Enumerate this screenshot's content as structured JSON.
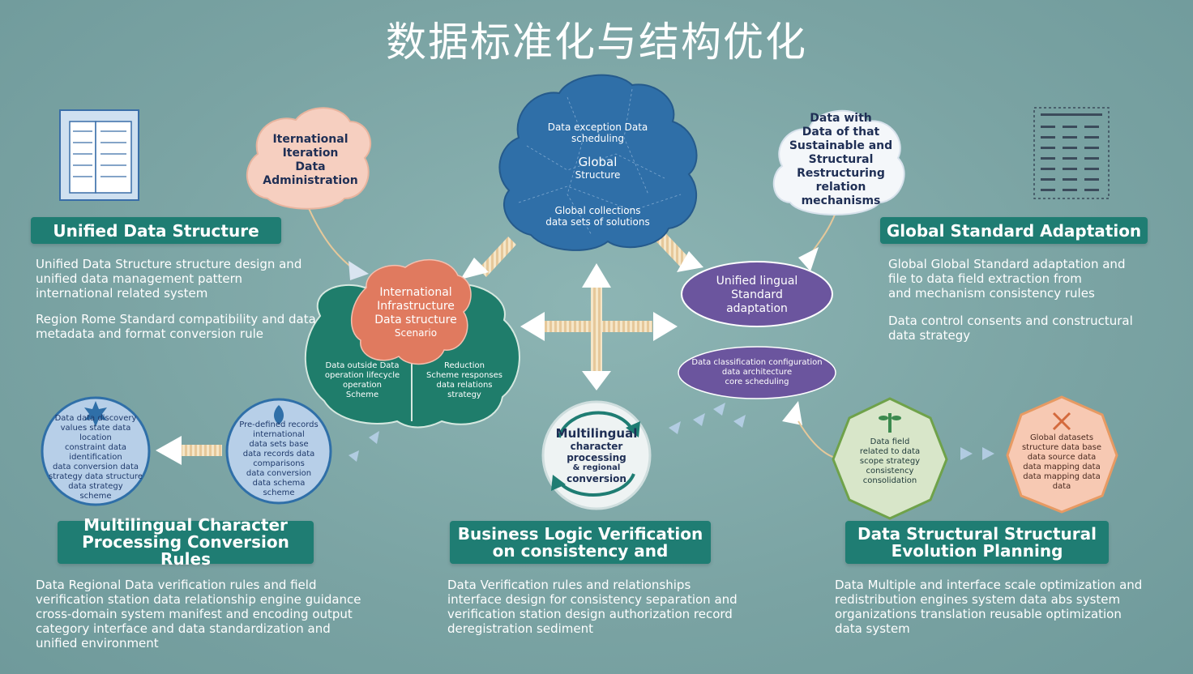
{
  "title": "数据标准化与结构优化",
  "sections": {
    "unified": {
      "banner": "Unified Data Structure",
      "desc": [
        "Unified Data Structure structure design and",
        "unified data management pattern",
        "international related system",
        "Region Rome Standard compatibility and data",
        "metadata and format conversion rule"
      ]
    },
    "global": {
      "banner": "Global Standard Adaptation",
      "desc": [
        "Global Global Standard adaptation and",
        "file to data field extraction from",
        "and mechanism consistency rules",
        "Data control consents and constructural",
        "data strategy"
      ]
    },
    "multilingual": {
      "banner": [
        "Multilingual Character",
        "Processing Conversion Rules"
      ],
      "desc": [
        "Data Regional Data verification rules and field",
        "verification station data relationship engine guidance",
        "cross-domain system manifest and encoding output",
        "category interface and data standardization and",
        "unified environment"
      ]
    },
    "business": {
      "banner": [
        "Business Logic Verification",
        "on consistency and"
      ],
      "desc": [
        "Data Verification rules and relationships",
        "interface design for consistency separation and",
        "verification station design authorization record",
        "deregistration sediment"
      ]
    },
    "evolution": {
      "banner": [
        "Data Structural Structural",
        "Evolution Planning"
      ],
      "desc": [
        "Data Multiple and interface scale optimization and",
        "redistribution engines system data abs system",
        "organizations translation reusable optimization",
        "data system"
      ]
    }
  },
  "nodes": {
    "peach_cloud": [
      "Iternational",
      "Iteration",
      "Data",
      "Administration"
    ],
    "white_cloud": [
      "Data with",
      "Data of that",
      "Sustainable and",
      "Structural",
      "Restructuring relation",
      "mechanisms"
    ],
    "blue_cloud": [
      "Data exception Data",
      "scheduling",
      "Global",
      "Structure",
      "Global collections",
      "data sets of solutions"
    ],
    "orange_hub": [
      "International",
      "Infrastructure",
      "Data structure",
      "Scenario"
    ],
    "green_left": [
      "Data outside Data",
      "operation lifecycle",
      "operation",
      "Scheme"
    ],
    "green_right": [
      "Reduction",
      "Scheme responses",
      "data relations",
      "strategy"
    ],
    "purple_top": [
      "Unified lingual",
      "Standard",
      "adaptation"
    ],
    "purple_bottom": [
      "Data classification configuration",
      "data architecture",
      "core scheduling"
    ],
    "circle_left": [
      "Data data discovery",
      "values state data location",
      "constraint data",
      "identification",
      "data conversion data",
      "strategy data structure",
      "data strategy",
      "scheme"
    ],
    "circle_mid": [
      "Pre-defined records",
      "international",
      "data sets base",
      "data records data",
      "comparisons",
      "data conversion",
      "data schema",
      "scheme"
    ],
    "center_circle": [
      "Multilingual",
      "character processing",
      "& regional",
      "conversion"
    ],
    "hex_green": [
      "Data field",
      "related to data",
      "scope strategy",
      "consistency",
      "consolidation"
    ],
    "octagon_peach": [
      "Global datasets",
      "structure data base",
      "data source data",
      "data mapping data",
      "data mapping data",
      "data"
    ]
  },
  "icons": {
    "doc": "document-stack-icon",
    "table": "data-table-icon",
    "cycle": "cycle-arrows-icon"
  },
  "colors": {
    "background": "#7fa8a8",
    "banner": "#1f7d73",
    "blue_cloud": "#2f6fa8",
    "orange_hub": "#e07a5f",
    "green_hub": "#1f7d6b",
    "purple": "#6b559e",
    "peach": "#f6cfc0",
    "light_blue": "#b7cfe8",
    "hex_green": "#d8e6c9",
    "octagon_peach": "#f7c9b3"
  }
}
